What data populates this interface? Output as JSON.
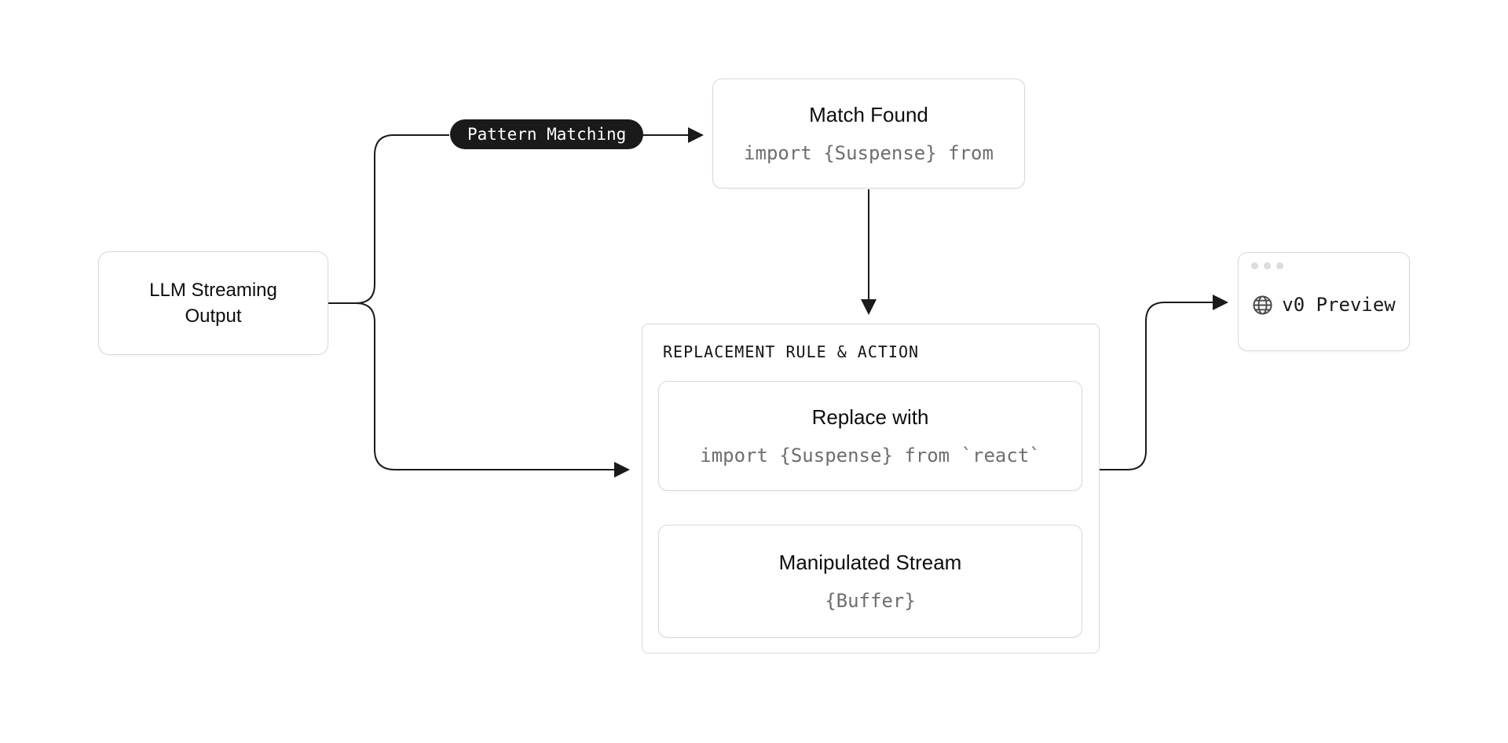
{
  "nodes": {
    "llm": {
      "label": "LLM Streaming Output"
    },
    "pattern_pill": {
      "label": "Pattern Matching"
    },
    "match": {
      "title": "Match Found",
      "code": "import {Suspense} from"
    },
    "replacement_group": {
      "label": "REPLACEMENT RULE & ACTION"
    },
    "replace": {
      "title": "Replace with",
      "code": "import {Suspense} from `react`"
    },
    "manipulated": {
      "title": "Manipulated Stream",
      "code": "{Buffer}"
    },
    "preview": {
      "label": "v0 Preview",
      "icon": "globe-icon",
      "window_dots_count": 3
    }
  },
  "colors": {
    "background": "#ffffff",
    "box_border": "#d9d9d9",
    "title_text": "#0d0d0d",
    "code_text": "#6e6e6e",
    "pill_background": "#1a1a1a",
    "pill_text": "#ffffff",
    "arrow": "#1a1a1a",
    "dashed_arrow": "#a8a8a8",
    "window_dots": "#dcdcdc"
  }
}
